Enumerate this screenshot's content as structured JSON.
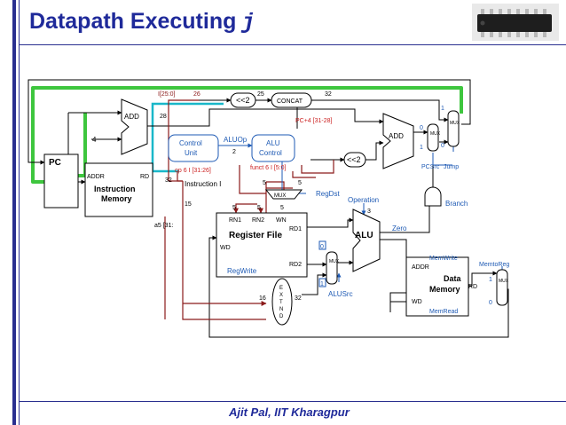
{
  "slide": {
    "title": "Datapath Executing",
    "title_reg": "j",
    "footer": "Ajit Pal, IIT Kharagpur"
  },
  "diagram": {
    "pc": "PC",
    "adder_top": "ADD",
    "four": "4",
    "instr_mem": {
      "addr": "ADDR",
      "rd": "RD",
      "line1": "Instruction",
      "line2": "Memory"
    },
    "instr_label": "Instruction I",
    "shift_top": "<<2",
    "concat": "CONCAT",
    "label_target": "I[25:0]",
    "label_26": "26",
    "label_28": "28",
    "label_25_top": "25",
    "label_32_top": "32",
    "label_pc4": "PC+4 [31-28]",
    "control": {
      "l1": "Control",
      "l2": "Unit"
    },
    "aluop": "ALUOp",
    "aluop_n": "2",
    "alu_control": {
      "l1": "ALU",
      "l2": "Control"
    },
    "opfield": "op 6 I [31:26]",
    "funct": "funct 6 I [5:0]",
    "label_32_a": "32",
    "label_15": "15",
    "label_5a": "5",
    "label_5b": "5",
    "label_5c": "5",
    "label_5d": "5",
    "label_5e": "5",
    "mux_small": "MUX",
    "regdst": "RegDst",
    "operation": "Operation",
    "operation_n": "3",
    "shift_mid": "<<2",
    "adder_mid": "ADD",
    "mux_text": "MUX",
    "mux_0": "0",
    "mux_1": "1",
    "pcsrc": "PCSrc",
    "jump": "Jump",
    "branch": "Branch",
    "zero": "Zero",
    "regfile": {
      "rn1": "RN1",
      "rn2": "RN2",
      "wn": "WN",
      "rd1": "RD1",
      "rd2": "RD2",
      "wd": "WD",
      "title": "Register File"
    },
    "label_16": "16",
    "label_32_b": "32",
    "regwrite": "RegWrite",
    "extend": [
      "E",
      "X",
      "T",
      "N",
      "D"
    ],
    "alu": "ALU",
    "alusrc": "ALUSrc",
    "datamem": {
      "addr": "ADDR",
      "rd": "RD",
      "wd": "WD",
      "line1": "Data",
      "line2": "Memory"
    },
    "memwrite": "MemWrite",
    "memread": "MemRead",
    "memtoreg": "MemtoReg",
    "label_i31": "a5 [31:"
  }
}
